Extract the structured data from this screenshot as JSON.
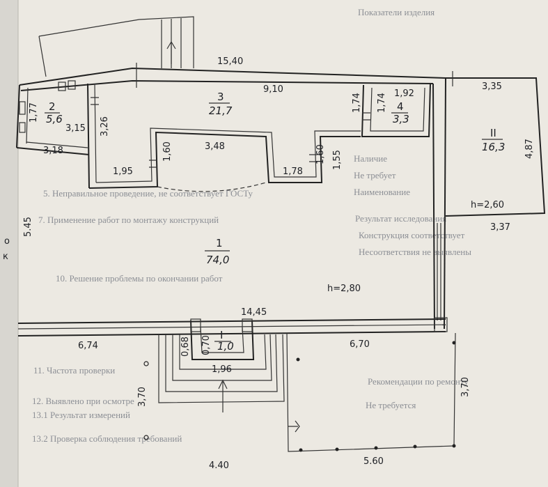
{
  "plan": {
    "rooms": [
      {
        "id": "room-1",
        "number": "1",
        "area": "74,0"
      },
      {
        "id": "room-2",
        "number": "2",
        "area": "5,6"
      },
      {
        "id": "room-3",
        "number": "3",
        "area": "21,7"
      },
      {
        "id": "room-4",
        "number": "4",
        "area": "3,3"
      },
      {
        "id": "room-II",
        "number": "II",
        "area": "16,3"
      },
      {
        "id": "room-I",
        "number": "I",
        "area": "1,0"
      }
    ],
    "dimensions": [
      "15,40",
      "9,10",
      "1,77",
      "3,15",
      "3,26",
      "3,18",
      "1,74",
      "1,74",
      "1,92",
      "3,35",
      "4,87",
      "1,60",
      "3,48",
      "1,60",
      "1,55",
      "1,95",
      "1,78",
      "h=2,80",
      "h=2,60",
      "3,37",
      "14,45",
      "6,74",
      "0,68",
      "0,70",
      "1,96",
      "6,70",
      "3,70",
      "3,70",
      "4.40",
      "5.60",
      "5.45"
    ],
    "margin_letters": [
      "o",
      "к"
    ]
  },
  "background_text": [
    "Показатели изделия",
    "Наличие",
    "Не требует",
    "Наименование",
    "5. Неправильное проведение, не соответствует ГОСТу",
    "Результат исследования",
    "Конструкция соответствует",
    "Несоответствия не выявлены",
    "7. Применение работ по монтажу конструкций",
    "10. Решение проблемы по окончании работ",
    "11. Частота проверки",
    "12. Выявлено при осмотре",
    "13.1 Результат измерений",
    "13.2 Проверка соблюдения требований",
    "Не требуется",
    "Рекомендации по ремонту"
  ]
}
